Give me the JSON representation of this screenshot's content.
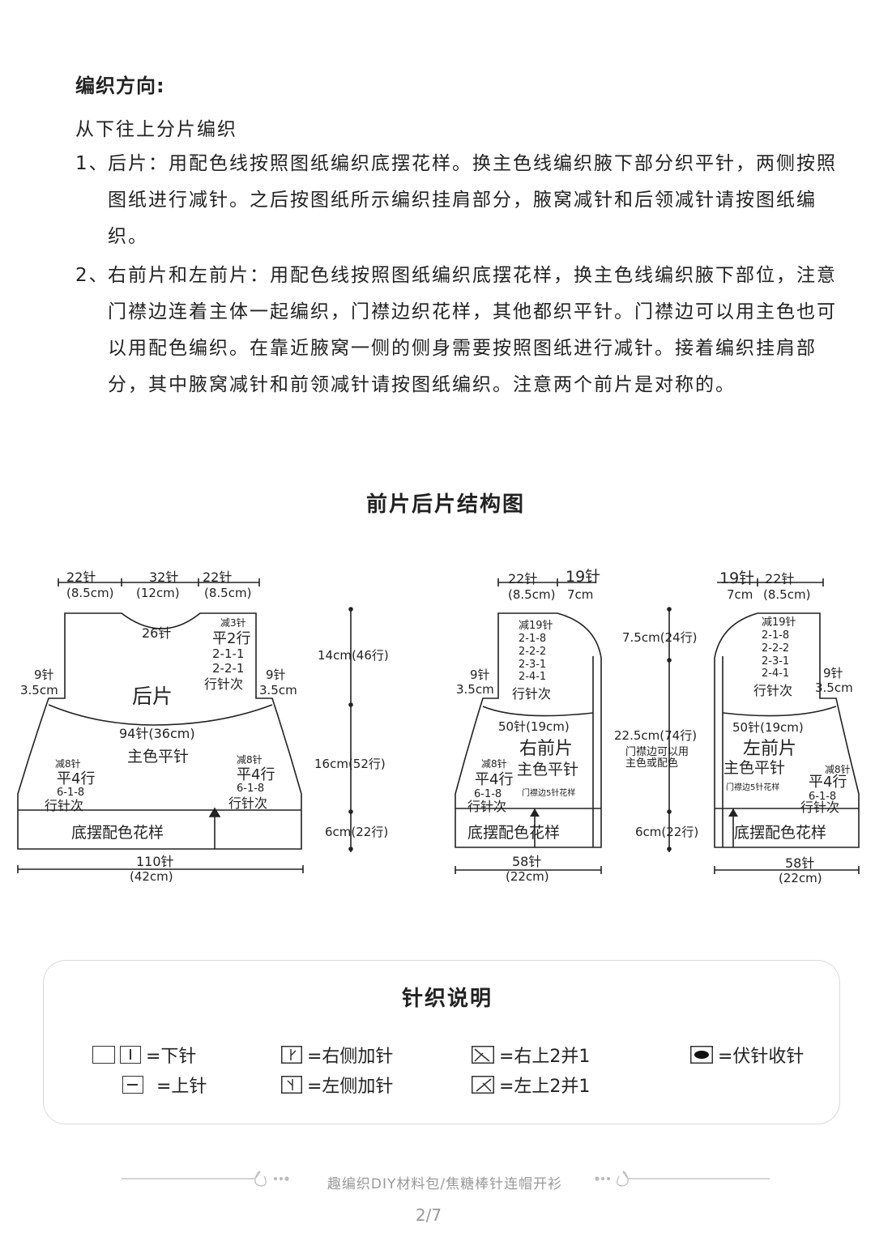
{
  "header": {
    "title": "编织方向:"
  },
  "intro": "从下往上分片编织",
  "steps": [
    {
      "num": "1、",
      "text": "后片：用配色线按照图纸编织底摆花样。换主色线编织腋下部分织平针，两侧按照图纸进行减针。之后按图纸所示编织挂肩部分，腋窝减针和后领减针请按图纸编织。"
    },
    {
      "num": "2、",
      "text": "右前片和左前片：用配色线按照图纸编织底摆花样，换主色线编织腋下部位，注意门襟边连着主体一起编织，门襟边织花样，其他都织平针。门襟边可以用主色也可以用配色编织。在靠近腋窝一侧的侧身需要按照图纸进行减针。接着编织挂肩部分，其中腋窝减针和前领减针请按图纸编织。注意两个前片是对称的。"
    }
  ],
  "diagram": {
    "title": "前片后片结构图",
    "back": {
      "top_left": "22针",
      "top_left_cm": "(8.5cm)",
      "top_mid": "32针",
      "top_mid_cm": "(12cm)",
      "top_right": "22针",
      "top_right_cm": "(8.5cm)",
      "neck": "26针",
      "neck_dec": [
        "减3针",
        "平2行",
        "2-1-1",
        "2-2-1",
        "行针次"
      ],
      "armhole_left": "9针",
      "armhole_left_cm": "3.5cm",
      "armhole_right": "9针",
      "armhole_right_cm": "3.5cm",
      "name": "后片",
      "body_width": "94针(36cm)",
      "body_stitch": "主色平针",
      "side_left": [
        "减8针",
        "平4行",
        "6-1-8",
        "行针次"
      ],
      "side_right": [
        "减8针",
        "平4行",
        "6-1-8",
        "行针次"
      ],
      "hem": "底摆配色花样",
      "bottom": "110针",
      "bottom_cm": "(42cm)"
    },
    "heights": {
      "h1": "14cm(46行)",
      "h2": "16cm(52行)",
      "h3": "6cm(22行)"
    },
    "right_front": {
      "top_left": "22针",
      "top_left_cm": "(8.5cm)",
      "top_right": "19针",
      "top_right_cm": "7cm",
      "neck_dec": [
        "减19针",
        "2-1-8",
        "2-2-2",
        "2-3-1",
        "2-4-1",
        "行针次"
      ],
      "armhole": "9针",
      "armhole_cm": "3.5cm",
      "body_width": "50针(19cm)",
      "name": "右前片",
      "body_stitch": "主色平针",
      "placket": "门襟边5针花样",
      "side": [
        "减8针",
        "平4行",
        "6-1-8",
        "行针次"
      ],
      "hem": "底摆配色花样",
      "bottom": "58针",
      "bottom_cm": "(22cm)"
    },
    "front_heights": {
      "h1": "7.5cm(24行)",
      "h2": "22.5cm(74行)",
      "note1": "门襟边可以用",
      "note2": "主色或配色",
      "h3": "6cm(22行)"
    },
    "left_front": {
      "top_left": "19针",
      "top_left_cm": "7cm",
      "top_right": "22针",
      "top_right_cm": "(8.5cm)",
      "neck_dec": [
        "减19针",
        "2-1-8",
        "2-2-2",
        "2-3-1",
        "2-4-1",
        "行针次"
      ],
      "armhole": "9针",
      "armhole_cm": "3.5cm",
      "body_width": "50针(19cm)",
      "name": "左前片",
      "body_stitch": "主色平针",
      "placket": "门襟边5针花样",
      "side": [
        "减8针",
        "平4行",
        "6-1-8",
        "行针次"
      ],
      "hem": "底摆配色花样",
      "bottom": "58针",
      "bottom_cm": "(22cm)"
    }
  },
  "legend": {
    "title": "针织说明",
    "items": [
      {
        "label": "=下针",
        "icon": "knit-stitch-icon"
      },
      {
        "label": "=上针",
        "icon": "purl-stitch-icon"
      },
      {
        "label": "=右侧加针",
        "icon": "right-increase-icon"
      },
      {
        "label": "=左侧加针",
        "icon": "left-increase-icon"
      },
      {
        "label": "=右上2并1",
        "icon": "right-decrease-icon"
      },
      {
        "label": "=左上2并1",
        "icon": "left-decrease-icon"
      },
      {
        "label": "=伏针收针",
        "icon": "bind-off-icon"
      }
    ]
  },
  "footer": {
    "text": "趣编织DIY材料包/焦糖棒针连帽开衫",
    "page": "2/7"
  }
}
